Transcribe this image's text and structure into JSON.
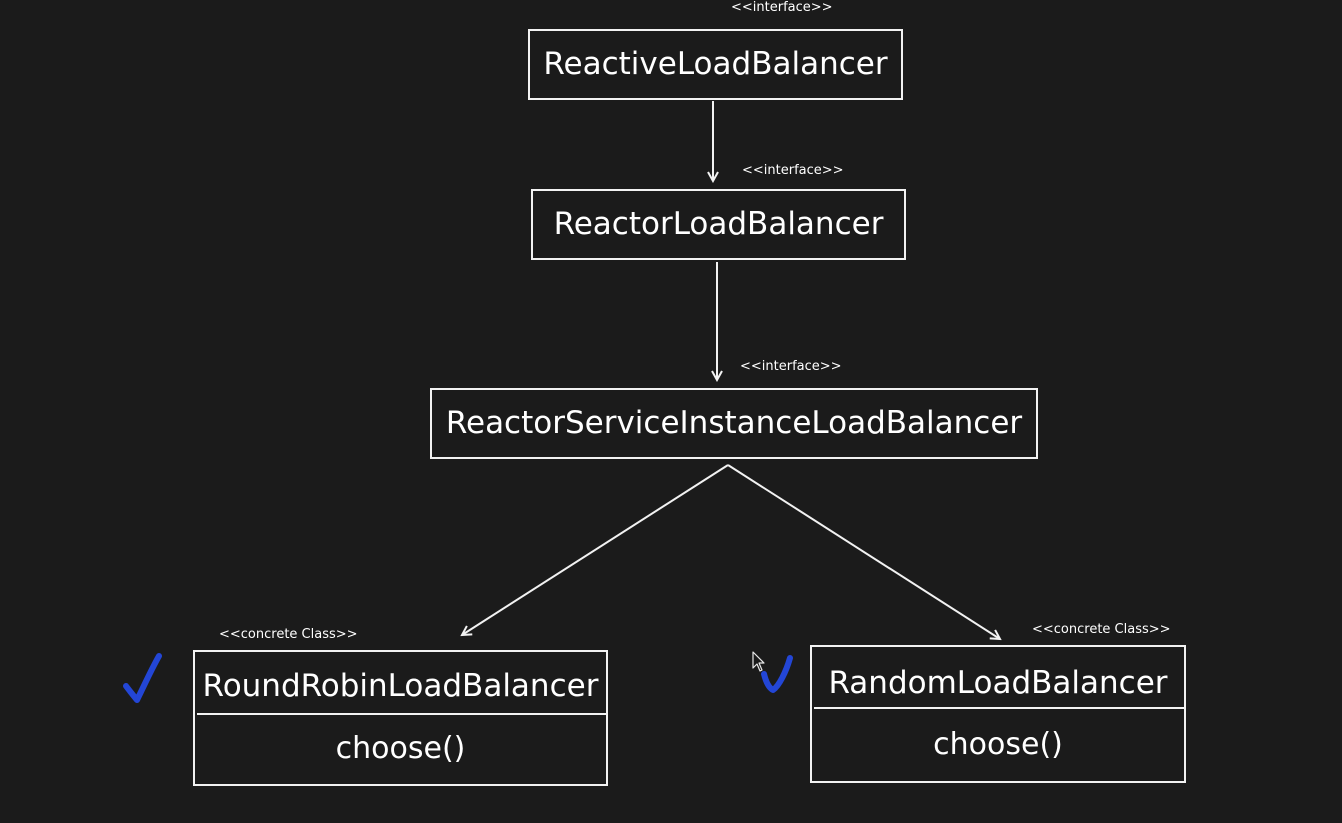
{
  "stereotypes": {
    "interface": "<<interface>>",
    "concrete": "<<concrete Class>>"
  },
  "classes": {
    "reactive": {
      "name": "ReactiveLoadBalancer"
    },
    "reactor": {
      "name": "ReactorLoadBalancer"
    },
    "service_instance": {
      "name": "ReactorServiceInstanceLoadBalancer"
    },
    "round_robin": {
      "name": "RoundRobinLoadBalancer",
      "method": "choose()"
    },
    "random": {
      "name": "RandomLoadBalancer",
      "method": "choose()"
    }
  },
  "colors": {
    "background": "#1b1b1b",
    "stroke": "#f2f2f2",
    "checkmark": "#2346d6"
  },
  "icons": {
    "checkmark": "checkmark-icon",
    "cursor": "mouse-cursor-icon"
  }
}
